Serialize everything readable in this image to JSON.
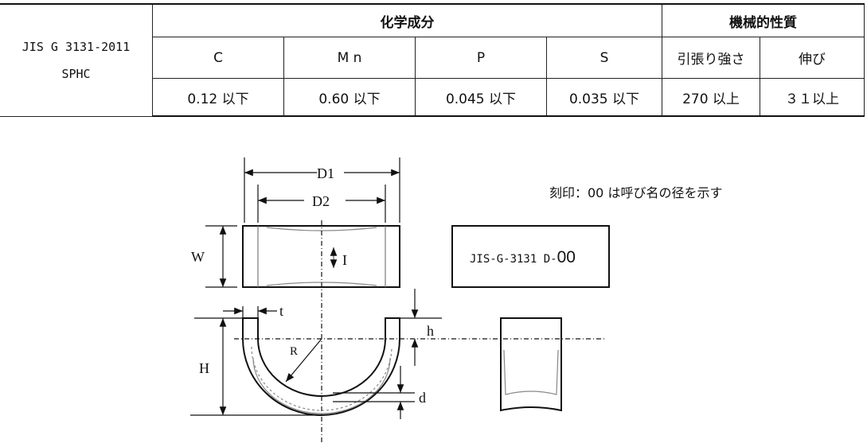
{
  "table": {
    "standard": "JIS G 3131-2011",
    "grade": "SPHC",
    "chem_header": "化学成分",
    "mech_header": "機械的性質",
    "columns": [
      "C",
      "M n",
      "P",
      "S",
      "引張り強さ",
      "伸び"
    ],
    "values": [
      "0.12 以下",
      "0.60 以下",
      "0.045 以下",
      "0.035 以下",
      "270 以上",
      "３１以上"
    ]
  },
  "drawing": {
    "labels": {
      "D1": "D1",
      "D2": "D2",
      "W": "W",
      "I": "I",
      "t": "t",
      "H": "H",
      "h": "h",
      "R": "R",
      "d": "d"
    },
    "note": "刻印：00 は呼び名の径を示す",
    "stamp_prefix": "JIS-G-3131 D-",
    "stamp_number": "00"
  }
}
